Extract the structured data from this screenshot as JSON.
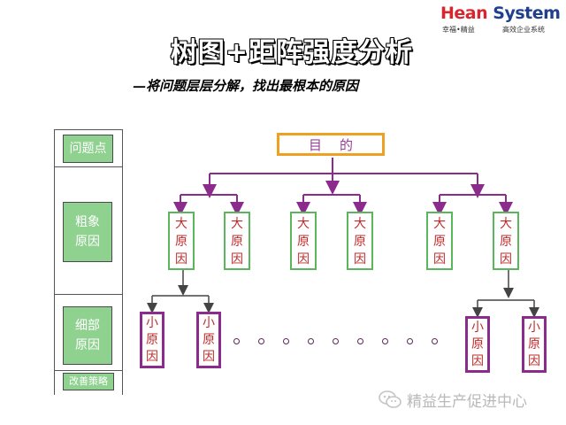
{
  "logo": {
    "brand_h": "Hean",
    "brand_rest": " System",
    "tagline_left": "幸福•精益",
    "tagline_right": "高效企业系统"
  },
  "title": "树图+距阵强度分析",
  "subtitle": "—将问题层层分解，找出最根本的原因",
  "levels": {
    "problem_point": "问题点",
    "major_causes": "粗象原因",
    "detail_causes": "细部原因",
    "improvement": "改善策略"
  },
  "diagram": {
    "purpose": [
      "目",
      "的"
    ],
    "big_cause": [
      "大",
      "原",
      "因"
    ],
    "small_cause": [
      "小",
      "原",
      "因"
    ]
  },
  "watermark": "精益生产促进中心"
}
